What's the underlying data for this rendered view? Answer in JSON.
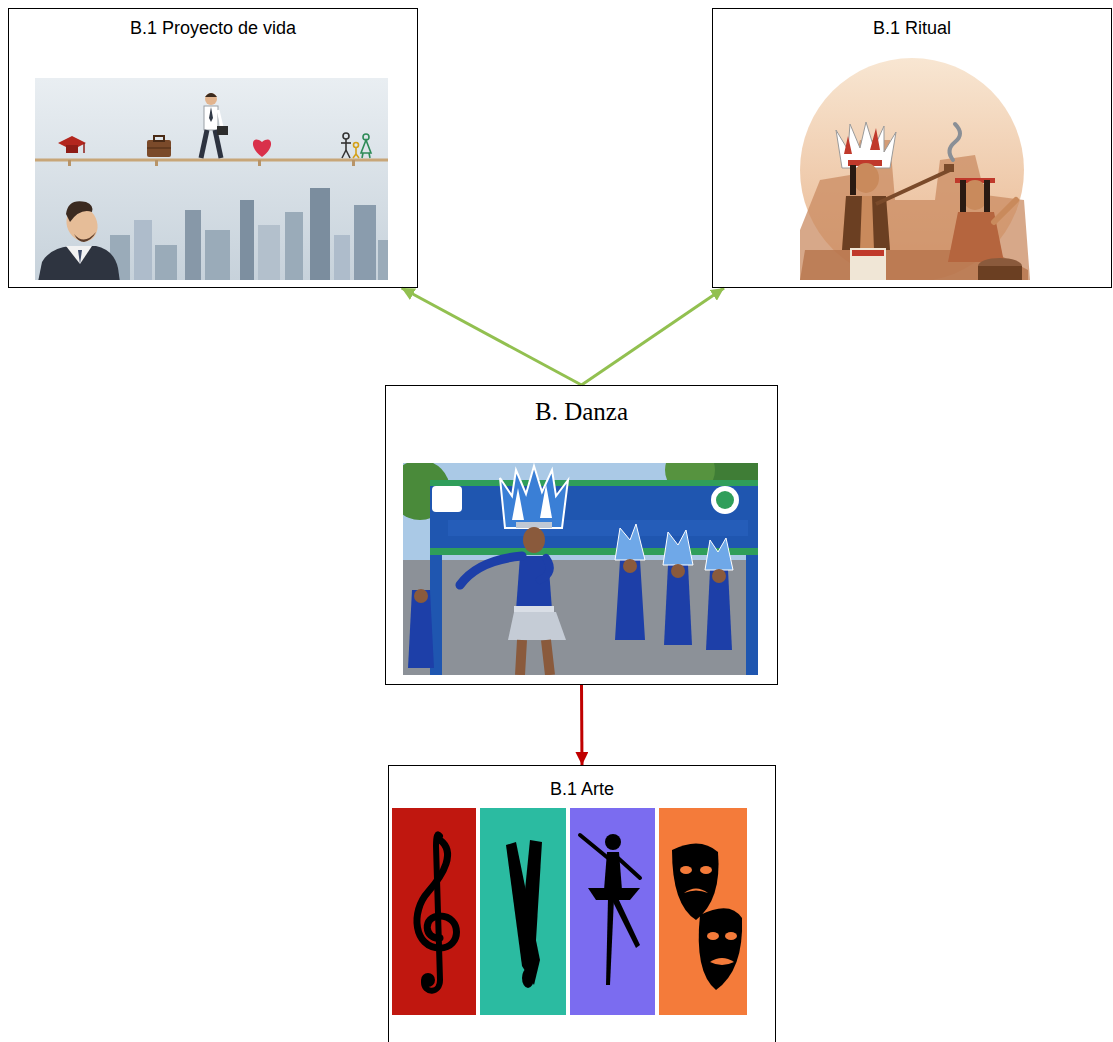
{
  "diagram": {
    "nodes": [
      {
        "text": [
          "B.1 Proyecto de vida"
        ]
      },
      {
        "text": [
          "B.1 Ritual"
        ]
      },
      {
        "text": [
          "B. Danza"
        ]
      },
      {
        "text": [
          "B.1 Arte"
        ]
      }
    ],
    "edges": [
      {
        "from": 2,
        "to": 0,
        "arrow": "to"
      },
      {
        "from": 2,
        "to": 1,
        "arrow": "to"
      },
      {
        "from": 2,
        "to": 3,
        "arrow": "to"
      }
    ]
  }
}
